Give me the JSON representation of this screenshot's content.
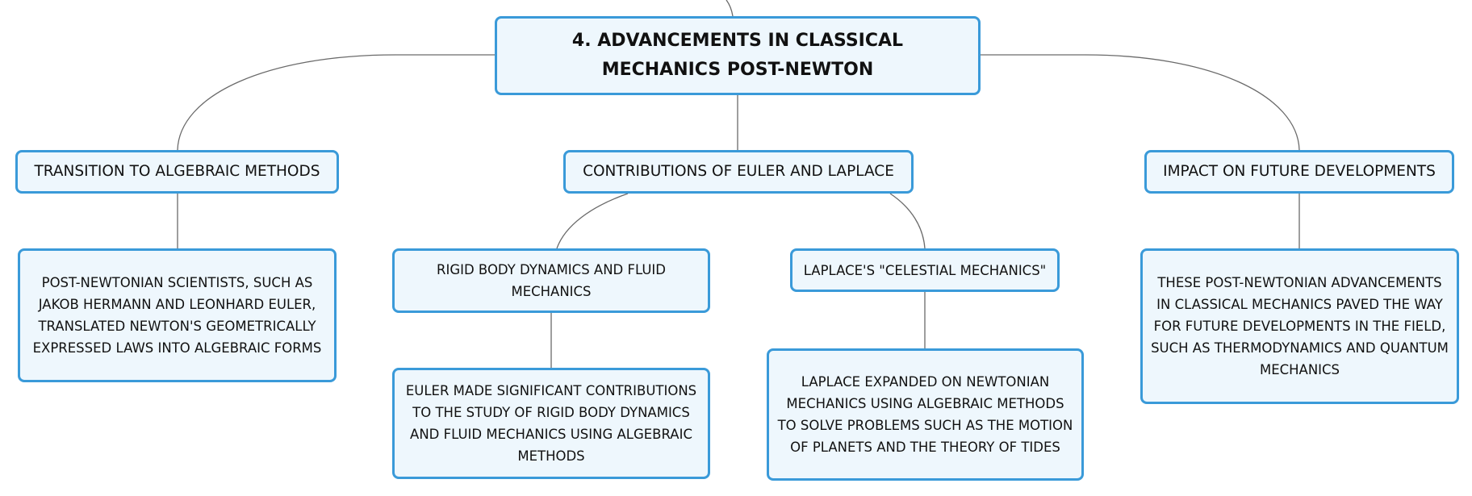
{
  "central": {
    "title": "4. ADVANCEMENTS IN CLASSICAL MECHANICS POST-NEWTON"
  },
  "branches": [
    {
      "label": "TRANSITION TO ALGEBRAIC METHODS",
      "children": [
        {
          "label": "POST-NEWTONIAN SCIENTISTS, SUCH AS JAKOB HERMANN AND LEONHARD EULER, TRANSLATED NEWTON'S GEOMETRICALLY EXPRESSED LAWS INTO ALGEBRAIC FORMS"
        }
      ]
    },
    {
      "label": "CONTRIBUTIONS OF EULER AND LAPLACE",
      "children": [
        {
          "label": "RIGID BODY DYNAMICS AND FLUID MECHANICS",
          "detail": "EULER MADE SIGNIFICANT CONTRIBUTIONS TO THE STUDY OF RIGID BODY DYNAMICS AND FLUID MECHANICS USING ALGEBRAIC METHODS"
        },
        {
          "label": "LAPLACE'S \"CELESTIAL MECHANICS\"",
          "detail": "LAPLACE EXPANDED ON NEWTONIAN MECHANICS USING ALGEBRAIC METHODS TO SOLVE PROBLEMS SUCH AS THE MOTION OF PLANETS AND THE THEORY OF TIDES"
        }
      ]
    },
    {
      "label": "IMPACT ON FUTURE DEVELOPMENTS",
      "children": [
        {
          "label": "THESE POST-NEWTONIAN ADVANCEMENTS IN CLASSICAL MECHANICS PAVED THE WAY FOR FUTURE DEVELOPMENTS IN THE FIELD, SUCH AS THERMODYNAMICS AND QUANTUM MECHANICS"
        }
      ]
    }
  ],
  "colors": {
    "node_border": "#3a9ad9",
    "node_fill": "#eef7fd",
    "connector": "#6a6a6a",
    "text": "#111111"
  }
}
